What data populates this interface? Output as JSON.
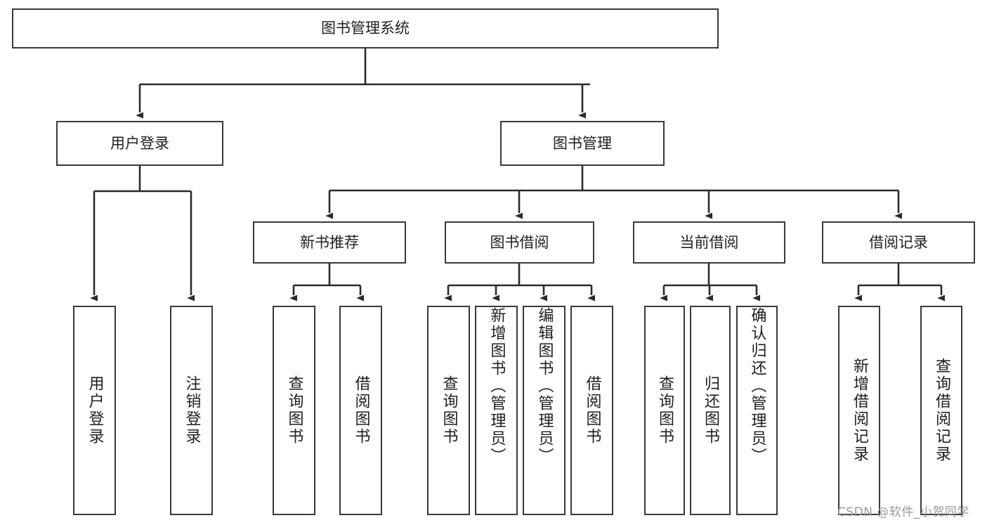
{
  "diagram": {
    "type": "tree-hierarchy",
    "title": "图书管理系统",
    "colors": {
      "box_border": "#3a3a3a",
      "box_fill": "#ffffff",
      "edge": "#2b2b2b",
      "text": "#1f1f1f",
      "watermark": "#9a9a9a"
    },
    "nodes": {
      "root": {
        "label": "图书管理系统"
      },
      "level1": [
        {
          "id": "user-login",
          "label": "用户登录"
        },
        {
          "id": "book-manage",
          "label": "图书管理"
        }
      ],
      "level2": [
        {
          "id": "new-book-recommend",
          "label": "新书推荐"
        },
        {
          "id": "book-borrow",
          "label": "图书借阅"
        },
        {
          "id": "current-borrow",
          "label": "当前借阅"
        },
        {
          "id": "borrow-record",
          "label": "借阅记录"
        }
      ],
      "leaves": {
        "user_login": [
          {
            "id": "leaf-user-login",
            "label": "用户登录"
          },
          {
            "id": "leaf-logout-login",
            "label": "注销登录"
          }
        ],
        "new_book_recommend": [
          {
            "id": "leaf-query-book-1",
            "label": "查询图书"
          },
          {
            "id": "leaf-borrow-book-1",
            "label": "借阅图书"
          }
        ],
        "book_borrow": [
          {
            "id": "leaf-query-book-2",
            "label": "查询图书"
          },
          {
            "id": "leaf-add-book",
            "label": "新增图书（管理员）"
          },
          {
            "id": "leaf-edit-book",
            "label": "编辑图书（管理员）"
          },
          {
            "id": "leaf-borrow-book-2",
            "label": "借阅图书"
          }
        ],
        "current_borrow": [
          {
            "id": "leaf-query-book-3",
            "label": "查询图书"
          },
          {
            "id": "leaf-return-book",
            "label": "归还图书"
          },
          {
            "id": "leaf-confirm-return",
            "label": "确认归还（管理员）"
          }
        ],
        "borrow_record": [
          {
            "id": "leaf-add-record",
            "label": "新增借阅记录"
          },
          {
            "id": "leaf-query-record",
            "label": "查询借阅记录"
          }
        ]
      }
    }
  },
  "watermark": {
    "text": "CSDN @软件_小贺同学"
  }
}
